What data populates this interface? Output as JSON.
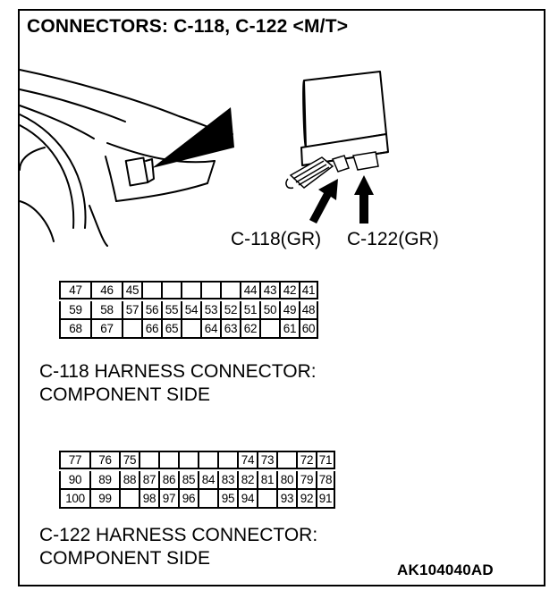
{
  "title": "CONNECTORS: C-118, C-122 <M/T>",
  "labels": {
    "c118": "C-118(GR)",
    "c122": "C-122(GR)"
  },
  "connectors": {
    "c118": {
      "caption_line1": "C-118 HARNESS CONNECTOR:",
      "caption_line2": "COMPONENT SIDE",
      "rows": [
        [
          "47",
          "46",
          "45",
          "",
          "",
          "",
          "",
          "",
          "44",
          "43",
          "42",
          "41"
        ],
        [
          "59",
          "58",
          "57",
          "56",
          "55",
          "54",
          "53",
          "52",
          "51",
          "50",
          "49",
          "48"
        ],
        [
          "68",
          "67",
          "",
          "66",
          "65",
          "",
          "64",
          "63",
          "62",
          "",
          "61",
          "60"
        ]
      ]
    },
    "c122": {
      "caption_line1": "C-122 HARNESS CONNECTOR:",
      "caption_line2": "COMPONENT SIDE",
      "rows": [
        [
          "77",
          "76",
          "75",
          "",
          "",
          "",
          "",
          "",
          "74",
          "73",
          "",
          "72",
          "71"
        ],
        [
          "90",
          "89",
          "88",
          "87",
          "86",
          "85",
          "84",
          "83",
          "82",
          "81",
          "80",
          "79",
          "78"
        ],
        [
          "100",
          "99",
          "",
          "98",
          "97",
          "96",
          "",
          "95",
          "94",
          "",
          "93",
          "92",
          "91"
        ]
      ]
    }
  },
  "reference_code": "AK104040AD"
}
